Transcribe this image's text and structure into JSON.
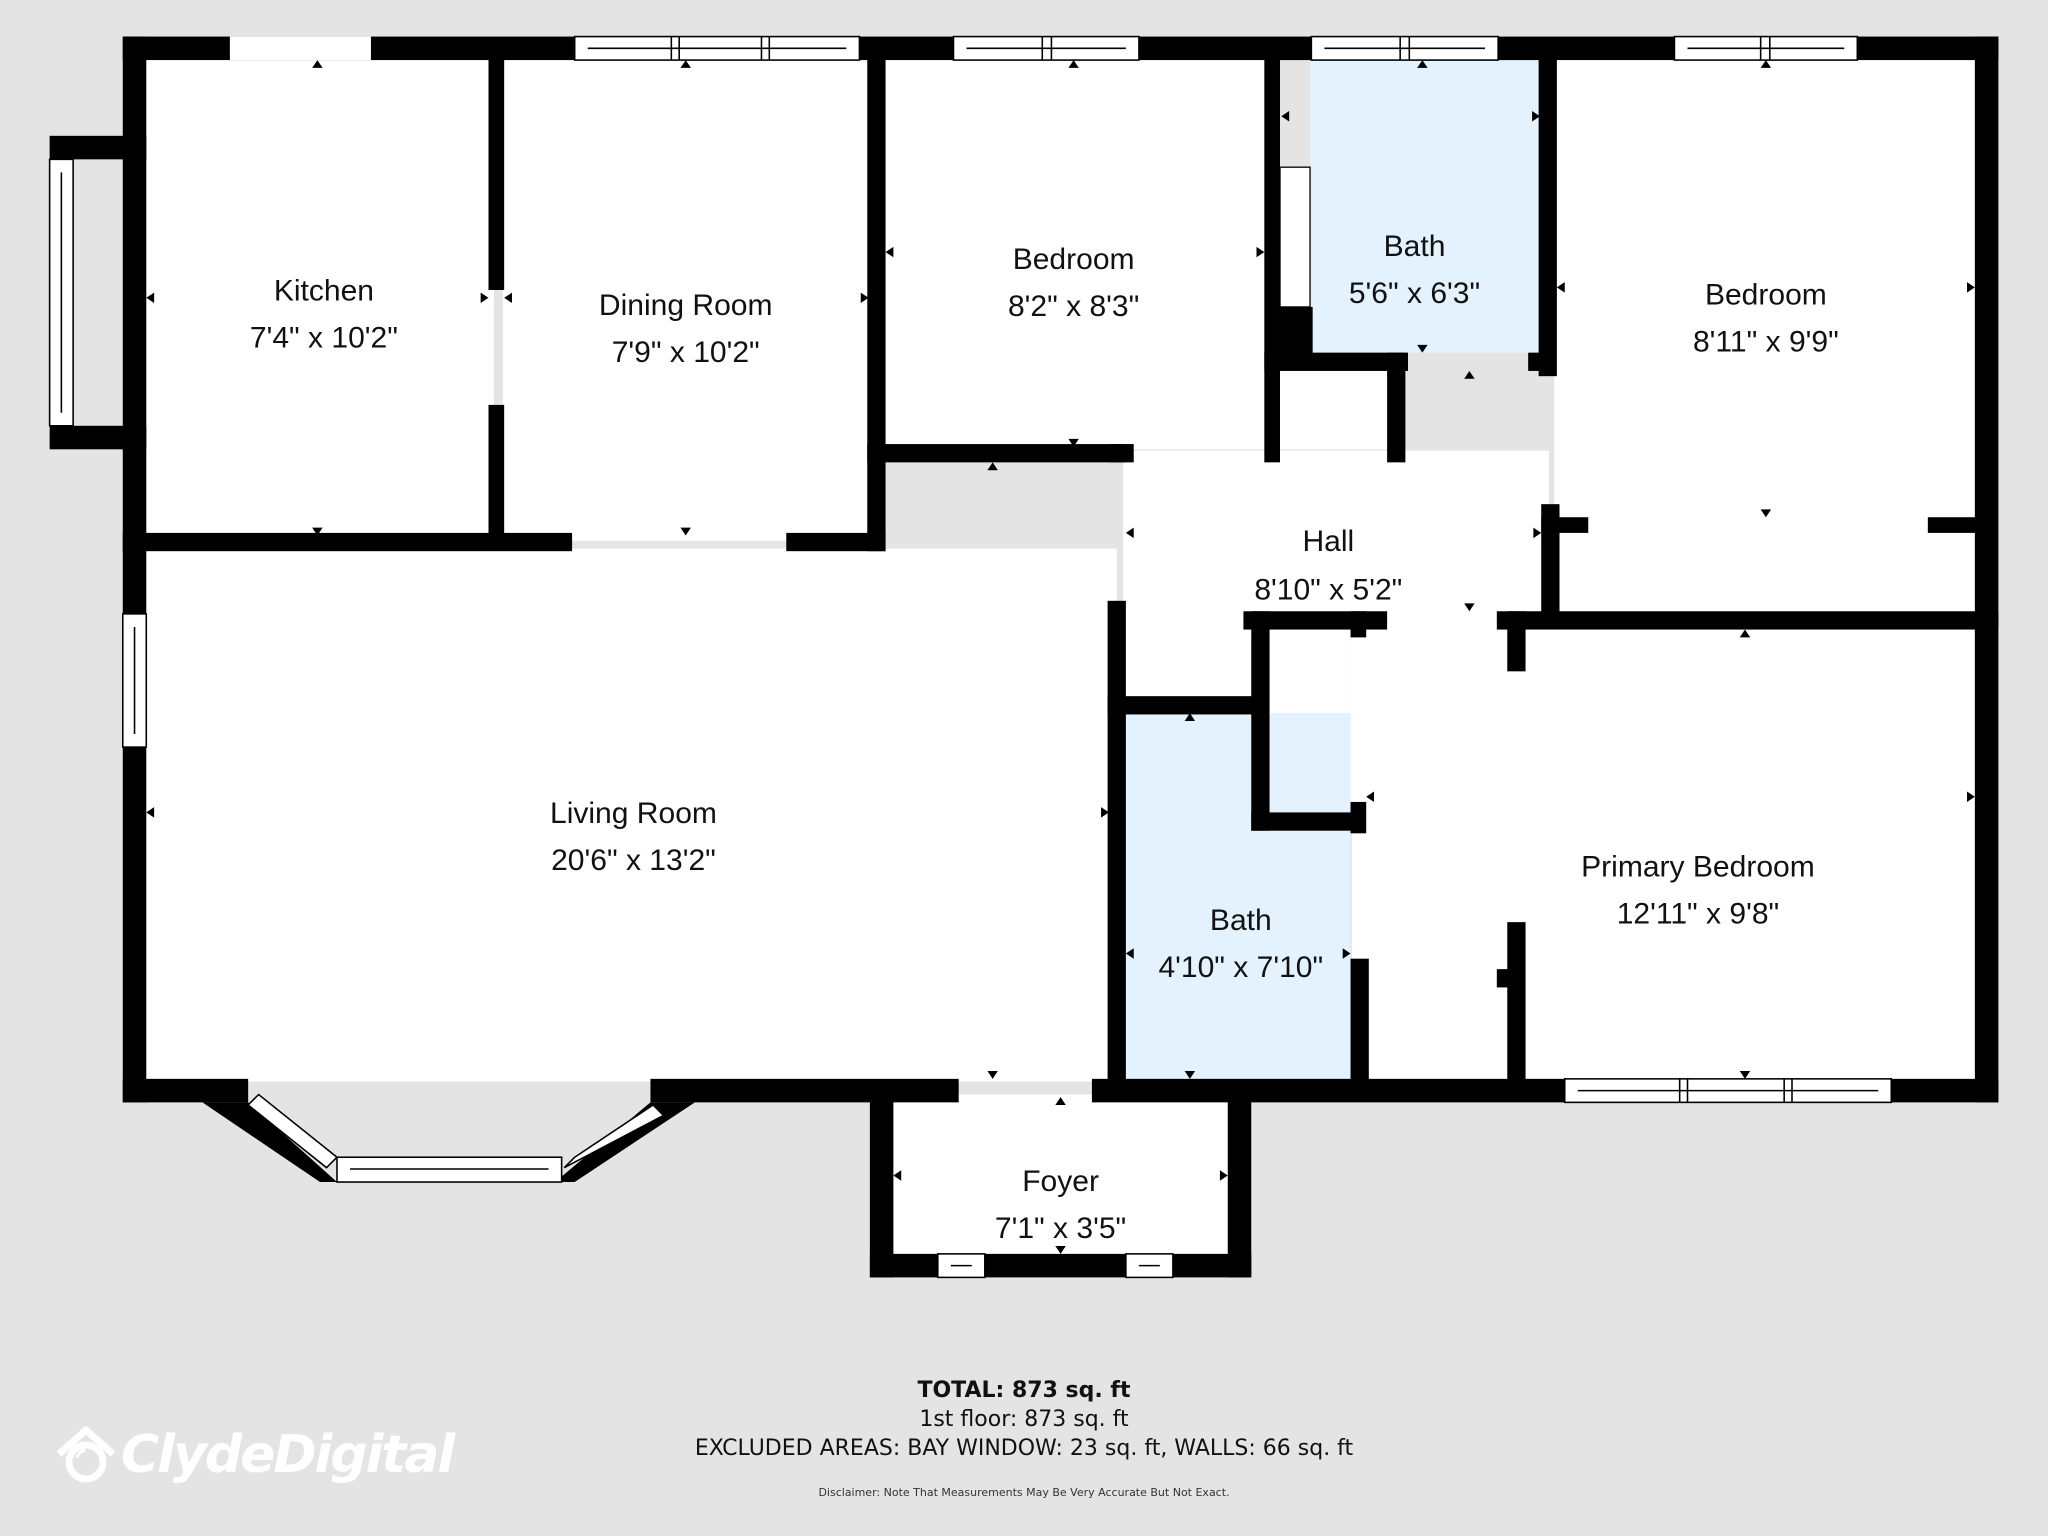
{
  "rooms": [
    {
      "name": "Kitchen",
      "dims": "7'4\" x 10'2\""
    },
    {
      "name": "Dining Room",
      "dims": "7'9\" x 10'2\""
    },
    {
      "name": "Bedroom",
      "dims": "8'2\" x 8'3\""
    },
    {
      "name": "Bath",
      "dims": "5'6\" x 6'3\""
    },
    {
      "name": "Bedroom",
      "dims": "8'11\" x 9'9\""
    },
    {
      "name": "Hall",
      "dims": "8'10\" x 5'2\""
    },
    {
      "name": "Living Room",
      "dims": "20'6\" x 13'2\""
    },
    {
      "name": "Bath",
      "dims": "4'10\" x 7'10\""
    },
    {
      "name": "Primary Bedroom",
      "dims": "12'11\" x 9'8\""
    },
    {
      "name": "Foyer",
      "dims": "7'1\" x 3'5\""
    }
  ],
  "summary": {
    "total": "TOTAL: 873 sq. ft",
    "floor": "1st floor: 873 sq. ft",
    "excluded": "EXCLUDED AREAS: BAY WINDOW: 23 sq. ft, WALLS: 66 sq. ft",
    "disclaimer": "Disclaimer: Note That Measurements May Be Very Accurate But Not Exact."
  },
  "brand": {
    "name": "ClydeDigital"
  },
  "colors": {
    "wall": "#000000",
    "floor": "#ffffff",
    "bath": "#e3f2fd",
    "background": "#e4e4e4"
  }
}
